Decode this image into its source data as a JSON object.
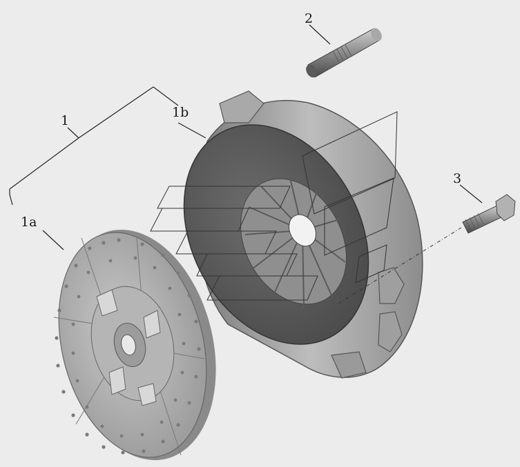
{
  "diagram": {
    "callouts": {
      "assembly": "1",
      "driven_disc": "1a",
      "pressure_plate": "1b",
      "stud_bolt": "2",
      "hex_bolt": "3"
    }
  }
}
